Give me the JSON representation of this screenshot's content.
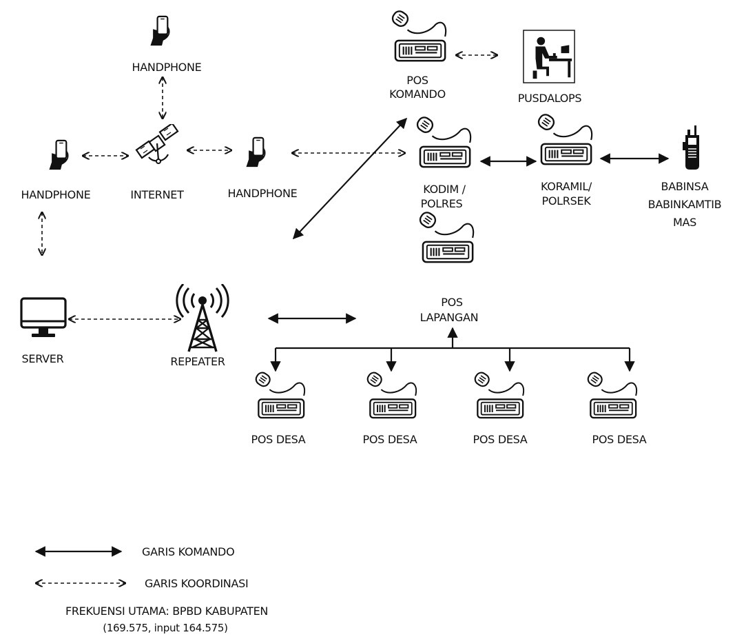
{
  "nodes": {
    "handphone_top": "HANDPHONE",
    "handphone_left": "HANDPHONE",
    "internet": "INTERNET",
    "handphone_mid": "HANDPHONE",
    "pos_komando": [
      "POS",
      "KOMANDO"
    ],
    "pusdalops": "PUSDALOPS",
    "kodim_polres": [
      "KODIM /",
      "POLRES"
    ],
    "koramil_polsek": [
      "KORAMIL/",
      "POLRSEK"
    ],
    "babinsa": [
      "BABINSA",
      "BABINKAMTIB",
      "MAS"
    ],
    "server": "SERVER",
    "repeater": "REPEATER",
    "pos_lapangan": [
      "POS",
      "LAPANGAN"
    ],
    "pos_desa": [
      "POS DESA",
      "POS DESA",
      "POS DESA",
      "POS DESA"
    ]
  },
  "icons": {
    "handphone": "hand-phone-icon",
    "internet": "satellite-icon",
    "radio": "radio-transceiver-icon",
    "pusdalops": "operator-desk-icon",
    "babinsa": "walkie-talkie-icon",
    "server": "monitor-icon",
    "repeater": "antenna-tower-icon"
  },
  "legend": {
    "komando": "GARIS KOMANDO",
    "koordinasi": "GARIS KOORDINASI",
    "frequency_line1": "FREKUENSI UTAMA: BPBD KABUPATEN",
    "frequency_line2": "(169.575, input 164.575)"
  }
}
